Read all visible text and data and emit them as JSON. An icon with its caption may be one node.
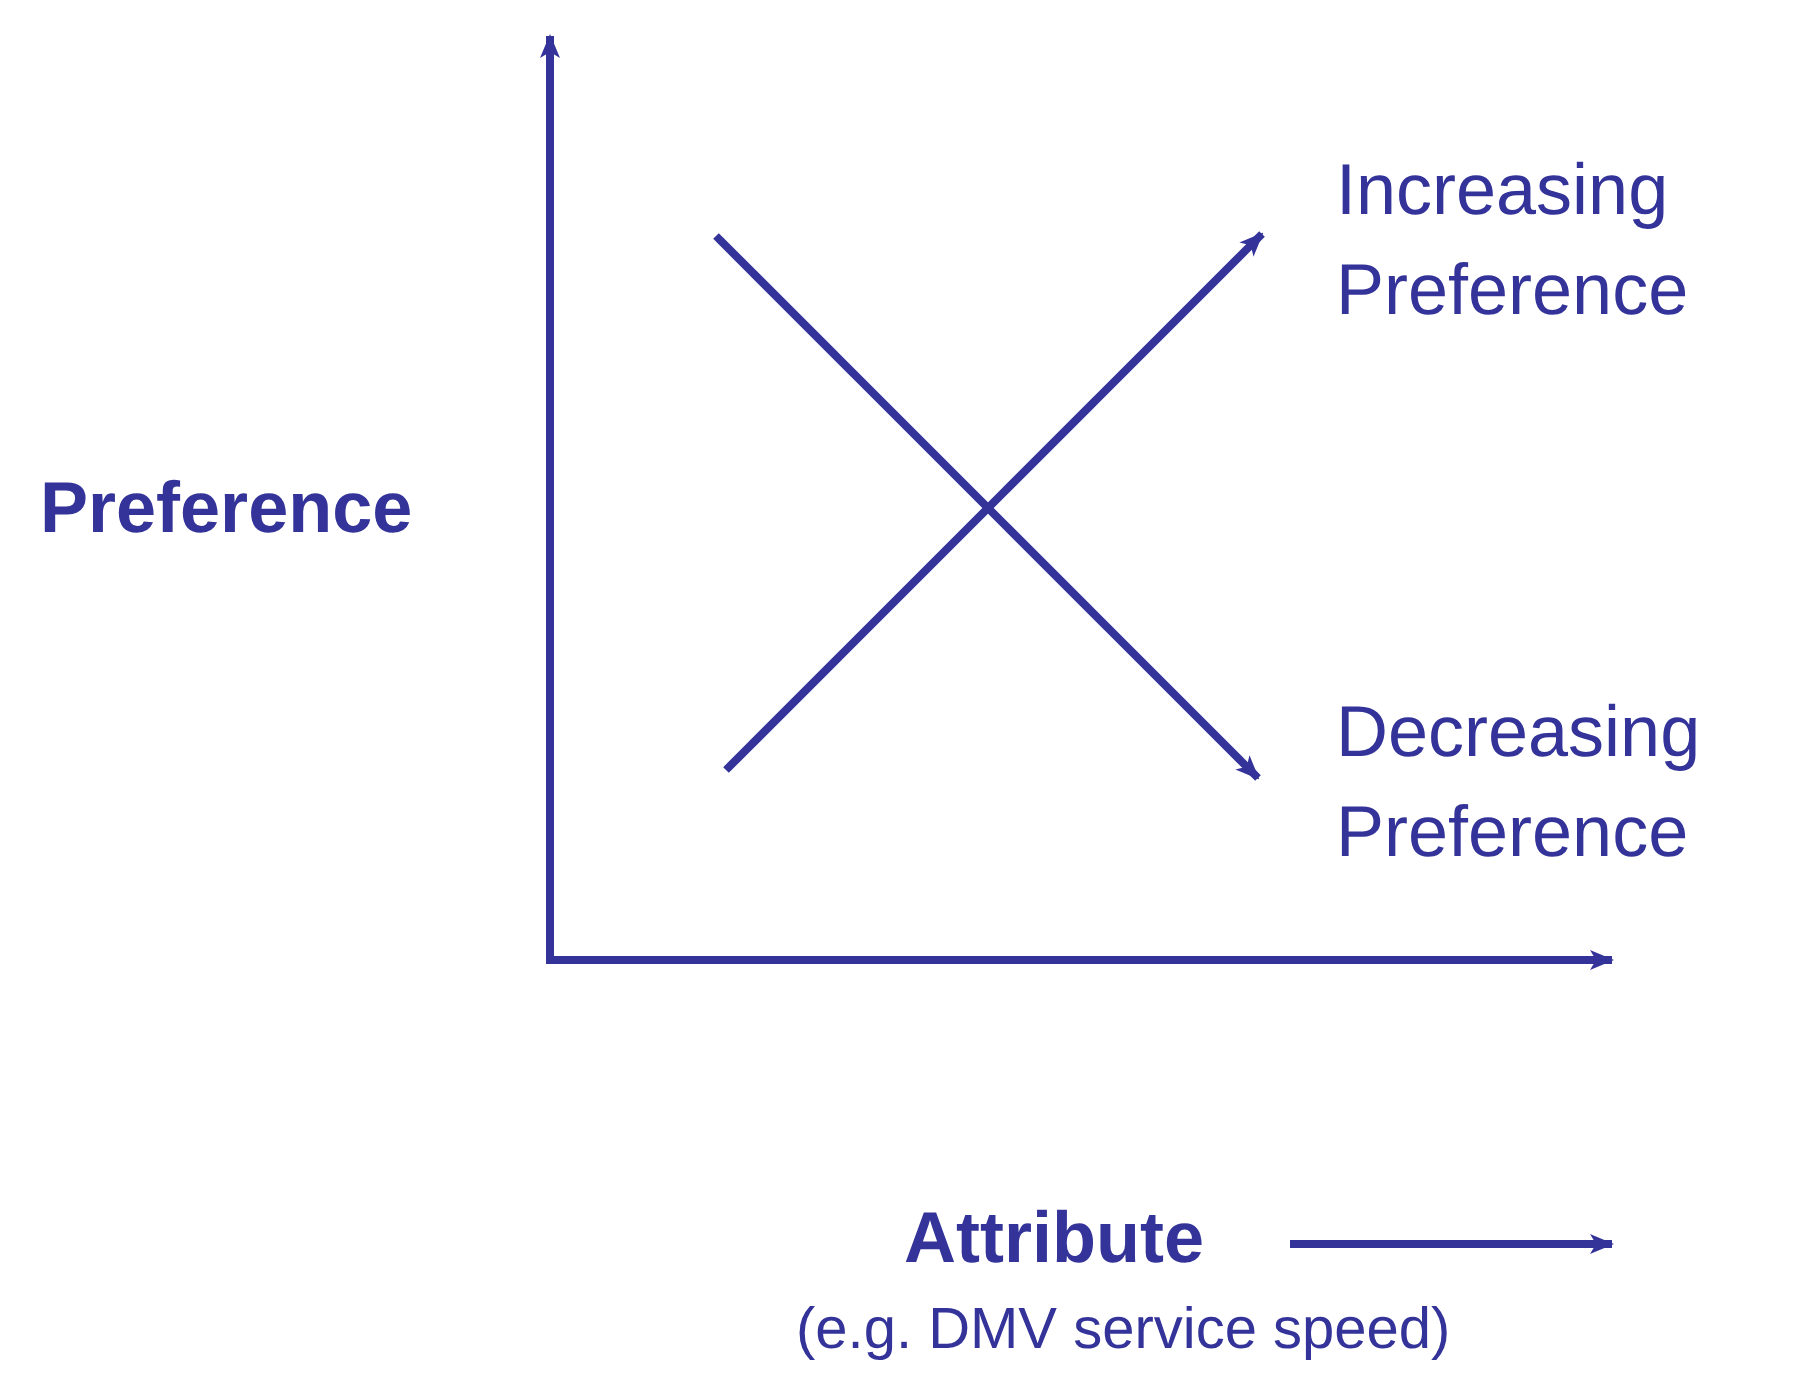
{
  "diagram": {
    "nodes": [
      {
        "text": [
          "Increasing Preference"
        ]
      },
      {
        "text": [
          "Decreasing Preference"
        ]
      }
    ],
    "edges": [
      {
        "from": null,
        "to": 0,
        "arrow": "to"
      },
      {
        "from": null,
        "to": 1,
        "arrow": "to"
      }
    ],
    "labels": [
      "Preference",
      "Attribute",
      "(e.g. DMV service speed)"
    ]
  }
}
